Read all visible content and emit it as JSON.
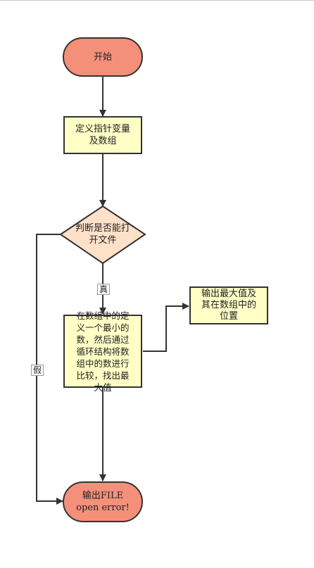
{
  "nodes": {
    "start": {
      "text": "开始",
      "fill": "#f4907a",
      "stroke": "#333333"
    },
    "define": {
      "text": "定义指针变量\n及数组",
      "fill": "#ffffc6",
      "stroke": "#333333"
    },
    "decision": {
      "text": "判断是否能打\n开文件",
      "fill": "#ffe1c9",
      "stroke": "#333333"
    },
    "process": {
      "text": "在数组中的定\n义一个最小的\n数，然后通过\n循环结构将数\n组中的数进行\n比较，找出最\n大值",
      "fill": "#ffffc6",
      "stroke": "#333333"
    },
    "output_max": {
      "text": "输出最大值及\n其在数组中的\n位置",
      "fill": "#ffffc6",
      "stroke": "#333333"
    },
    "end": {
      "line1": "输出FILE",
      "line2": "open error!",
      "fill": "#f4907a",
      "stroke": "#333333"
    }
  },
  "edges": {
    "true_label": "真",
    "false_label": "假",
    "color": "#333333"
  }
}
